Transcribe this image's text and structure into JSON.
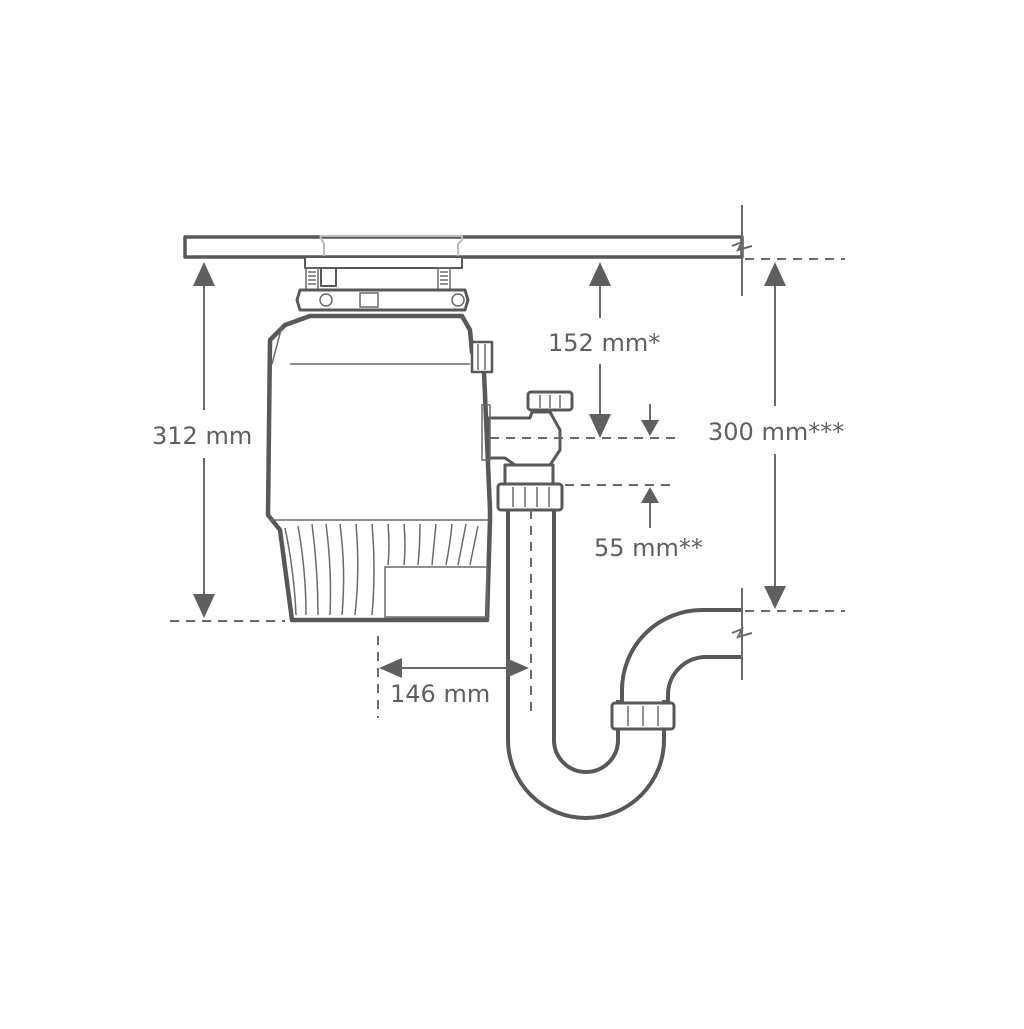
{
  "diagram": {
    "title": "Food waste disposer under-sink installation dimensions",
    "colors": {
      "line": "#585858",
      "text": "#5f5f5f",
      "background": "#ffffff"
    },
    "components": {
      "countertop": "countertop",
      "disposer": "disposer-unit",
      "mounting": "sink-mounting-assembly",
      "outlet": "discharge-outlet",
      "trap": "p-trap",
      "wall_pipe": "wall-drain-pipe"
    },
    "dimensions": {
      "overall_height": "312 mm",
      "outlet_drop": "152 mm*",
      "outlet_offset": "55 mm**",
      "wall_drain_height": "300 mm***",
      "horizontal_offset": "146 mm"
    }
  }
}
